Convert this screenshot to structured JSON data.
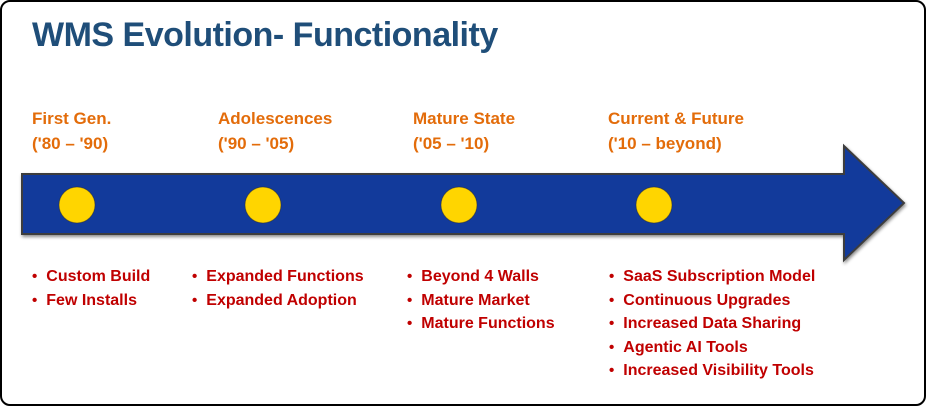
{
  "title": "WMS Evolution- Functionality",
  "bullet_char": "•",
  "colors": {
    "title": "#1F4E79",
    "stage_heading": "#E36C0A",
    "bullet_text": "#C00000",
    "arrow_fill": "#123A9B",
    "marker_fill": "#FFD500"
  },
  "stages": [
    {
      "name": "First Gen.",
      "years": "('80 – '90)",
      "bullets": [
        "Custom Build",
        "Few Installs"
      ]
    },
    {
      "name": "Adolescences",
      "years": "('90 – '05)",
      "bullets": [
        "Expanded Functions",
        "Expanded Adoption"
      ]
    },
    {
      "name": "Mature State",
      "years": "('05 – '10)",
      "bullets": [
        "Beyond 4 Walls",
        "Mature Market",
        "Mature Functions"
      ]
    },
    {
      "name": "Current & Future",
      "years": "('10 – beyond)",
      "bullets": [
        "SaaS Subscription Model",
        "Continuous Upgrades",
        "Increased Data Sharing",
        "Agentic AI Tools",
        "Increased Visibility Tools"
      ]
    }
  ]
}
